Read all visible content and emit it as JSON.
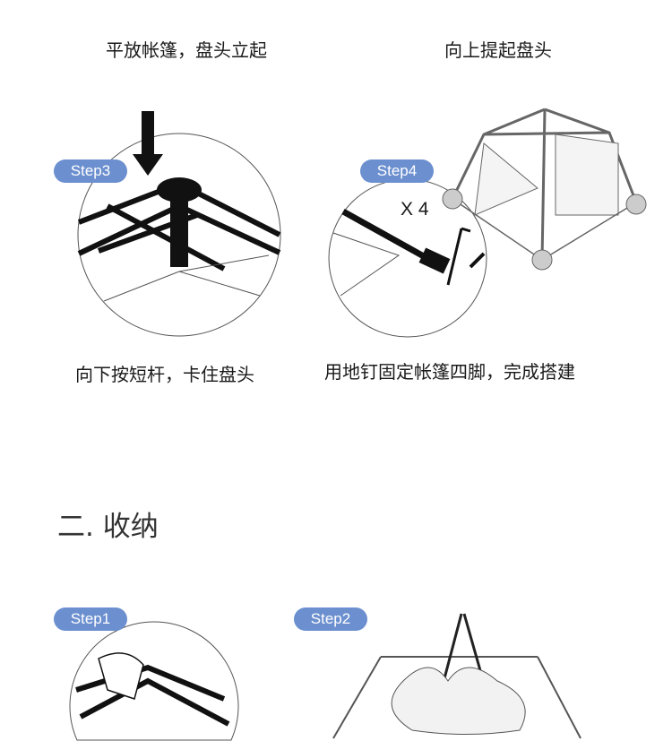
{
  "setup": {
    "step2_prev_caption": "平放帐篷，盘头立起",
    "step2_next_caption": "向上提起盘头",
    "step3": {
      "badge": "Step3",
      "caption": "向下按短杆，卡住盘头"
    },
    "step4": {
      "badge": "Step4",
      "caption": "用地钉固定帐篷四脚，完成搭建",
      "multiplier": "X 4"
    }
  },
  "storage": {
    "heading": "二. 收纳",
    "step1": {
      "badge": "Step1"
    },
    "step2": {
      "badge": "Step2"
    }
  },
  "colors": {
    "badge": "#6b8fcf"
  }
}
